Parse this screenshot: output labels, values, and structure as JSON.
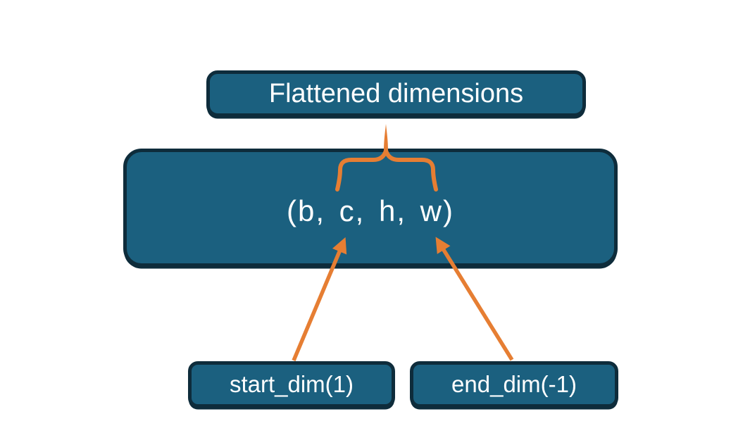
{
  "diagram": {
    "title_box": {
      "label": "Flattened dimensions"
    },
    "tensor_box": {
      "label": "(b, c, h, w)"
    },
    "param_boxes": [
      {
        "id": "start_dim",
        "label": "start_dim(1)"
      },
      {
        "id": "end_dim",
        "label": "end_dim(-1)"
      }
    ],
    "colors": {
      "box_fill": "#1b607f",
      "box_border": "#0e2c3b",
      "box_text": "#ffffff",
      "connector_orange": "#e67e33",
      "background": "#ffffff"
    }
  }
}
